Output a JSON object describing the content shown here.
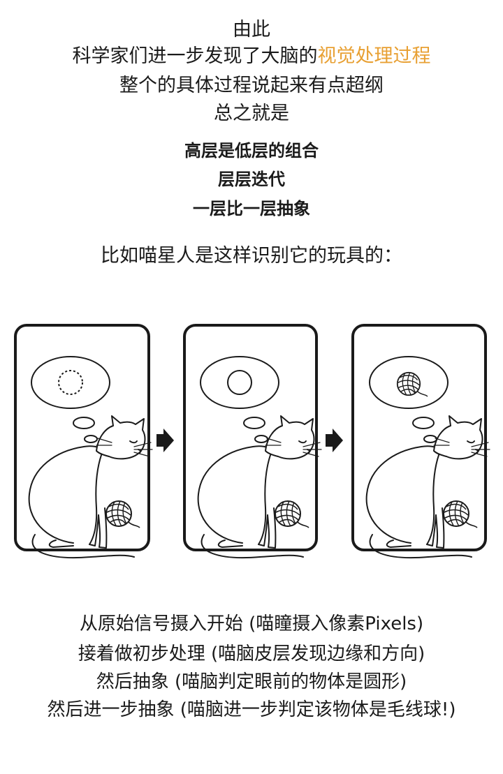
{
  "intro": {
    "line1": "由此",
    "line2_prefix": "科学家们进一步发现了大脑的",
    "line2_highlight": "视觉处理过程",
    "line3": "整个的具体过程说起来有点超纲",
    "line4": "总之就是"
  },
  "key_points": [
    "高层是低层的组合",
    "层层迭代",
    "一层比一层抽象"
  ],
  "example_heading": "比如喵星人是这样识别它的玩具的：",
  "panels": [
    {
      "thought": "dashed-circle"
    },
    {
      "thought": "solid-circle"
    },
    {
      "thought": "yarn-ball"
    }
  ],
  "captions": [
    "从原始信号摄入开始 (喵瞳摄入像素Pixels)",
    "接着做初步处理 (喵脑皮层发现边缘和方向)",
    "然后抽象 (喵脑判定眼前的物体是圆形)",
    "然后进一步抽象 (喵脑进一步判定该物体是毛线球!)"
  ],
  "colors": {
    "accent": "#e8a033",
    "ink": "#1a1a1a"
  }
}
